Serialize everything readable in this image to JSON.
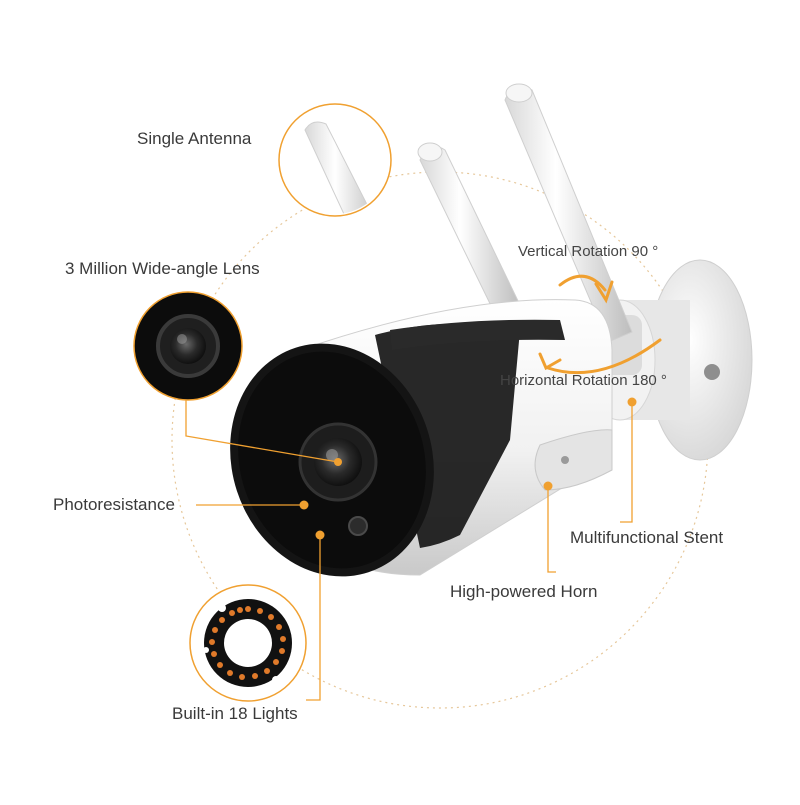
{
  "labels": {
    "single_antenna": "Single Antenna",
    "lens": "3 Million Wide-angle Lens",
    "vertical_rotation": "Vertical Rotation 90 °",
    "horizontal_rotation": "Horizontal Rotation 180 °",
    "photoresistance": "Photoresistance",
    "stent": "Multifunctional Stent",
    "horn": "High-powered Horn",
    "lights": "Built-in 18 Lights"
  },
  "colors": {
    "accent": "#f0a030",
    "body": "#f4f4f4",
    "dark": "#151515",
    "text": "#3a3a3a"
  }
}
